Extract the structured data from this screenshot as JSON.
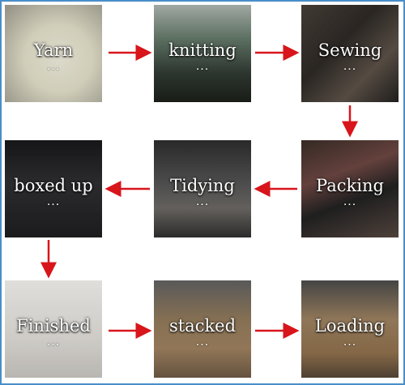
{
  "steps": [
    {
      "label": "Yarn",
      "dots": "..."
    },
    {
      "label": "knitting",
      "dots": "..."
    },
    {
      "label": "Sewing",
      "dots": "..."
    },
    {
      "label": "Packing",
      "dots": "..."
    },
    {
      "label": "Tidying",
      "dots": "..."
    },
    {
      "label": "boxed up",
      "dots": "..."
    },
    {
      "label": "Finished",
      "dots": "..."
    },
    {
      "label": "stacked",
      "dots": "..."
    },
    {
      "label": "Loading",
      "dots": "..."
    }
  ],
  "colors": {
    "border": "#4a8ec9",
    "arrow": "#d8151b",
    "label": "#ffffff"
  }
}
